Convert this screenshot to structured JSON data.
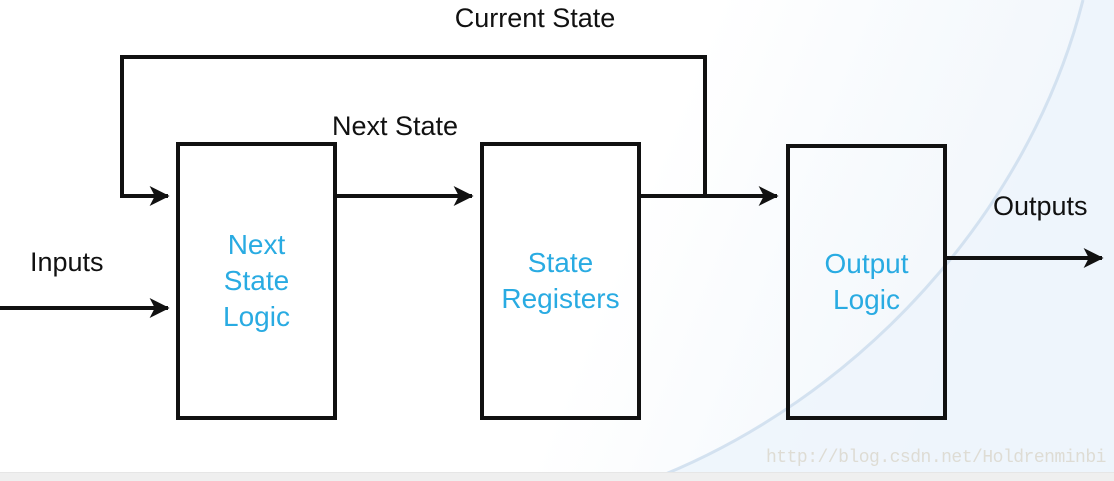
{
  "labels": {
    "current_state": "Current State",
    "next_state": "Next State",
    "inputs": "Inputs",
    "outputs": "Outputs"
  },
  "blocks": [
    {
      "label": "Next\nState\nLogic"
    },
    {
      "label": "State\nRegisters"
    },
    {
      "label": "Output\nLogic"
    }
  ],
  "watermark": "http://blog.csdn.net/Holdrenminbi",
  "colors": {
    "block_text": "#29ABE2",
    "diagram_line": "#111111",
    "swoosh_fill": "#edf4fb",
    "swoosh_stroke": "#cfdfee",
    "watermark_text": "#dedcd4",
    "bottom_bar": "#efefef"
  }
}
